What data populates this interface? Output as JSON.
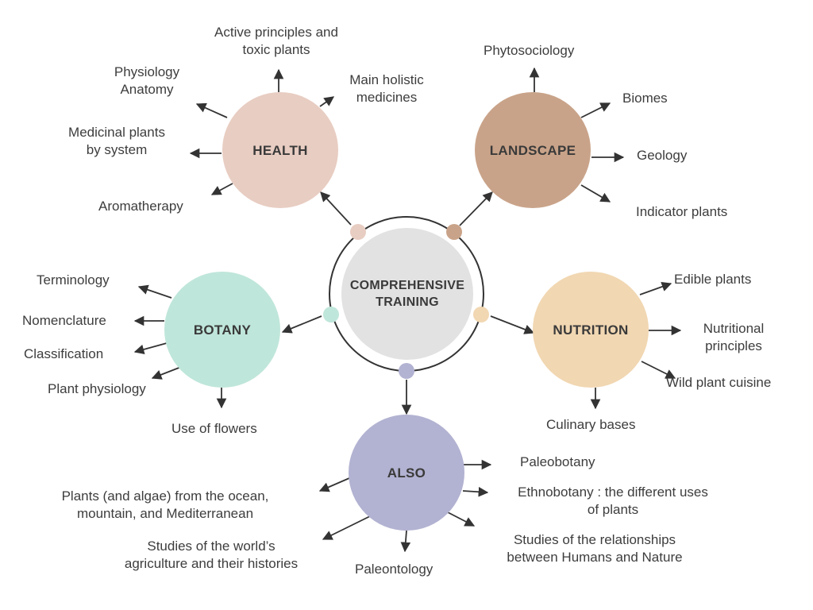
{
  "colors": {
    "health": "#e8cdc2",
    "landscape": "#c9a389",
    "botany": "#bfe6da",
    "nutrition": "#f1d7b2",
    "also": "#b2b2d2",
    "center": "#e2e2e2",
    "ring": "#333333",
    "arrow": "#333333"
  },
  "center": {
    "label": "COMPREHENSIVE\nTRAINING"
  },
  "hubs": {
    "health": "HEALTH",
    "landscape": "LANDSCAPE",
    "botany": "BOTANY",
    "nutrition": "NUTRITION",
    "also": "ALSO"
  },
  "health_items": {
    "active": "Active principles and\ntoxic plants",
    "physiology": "Physiology\nAnatomy",
    "holistic": "Main holistic\nmedicines",
    "medicinal": "Medicinal plants\nby system",
    "aromatherapy": "Aromatherapy"
  },
  "landscape_items": {
    "phytosociology": "Phytosociology",
    "biomes": "Biomes",
    "geology": "Geology",
    "indicator": "Indicator plants"
  },
  "botany_items": {
    "terminology": "Terminology",
    "nomenclature": "Nomenclature",
    "classification": "Classification",
    "physiology": "Plant physiology",
    "flowers": "Use of flowers"
  },
  "nutrition_items": {
    "edible": "Edible plants",
    "principles": "Nutritional\nprinciples",
    "wild": "Wild plant cuisine",
    "culinary": "Culinary bases"
  },
  "also_items": {
    "paleobotany": "Paleobotany",
    "ethnobotany": "Ethnobotany : the different uses\nof plants",
    "relationships": "Studies of the relationships\nbetween Humans and Nature",
    "paleontology": "Paleontology",
    "agriculture": "Studies of the world’s\nagriculture and their histories",
    "ocean": "Plants (and algae) from the ocean,\nmountain, and Mediterranean"
  }
}
